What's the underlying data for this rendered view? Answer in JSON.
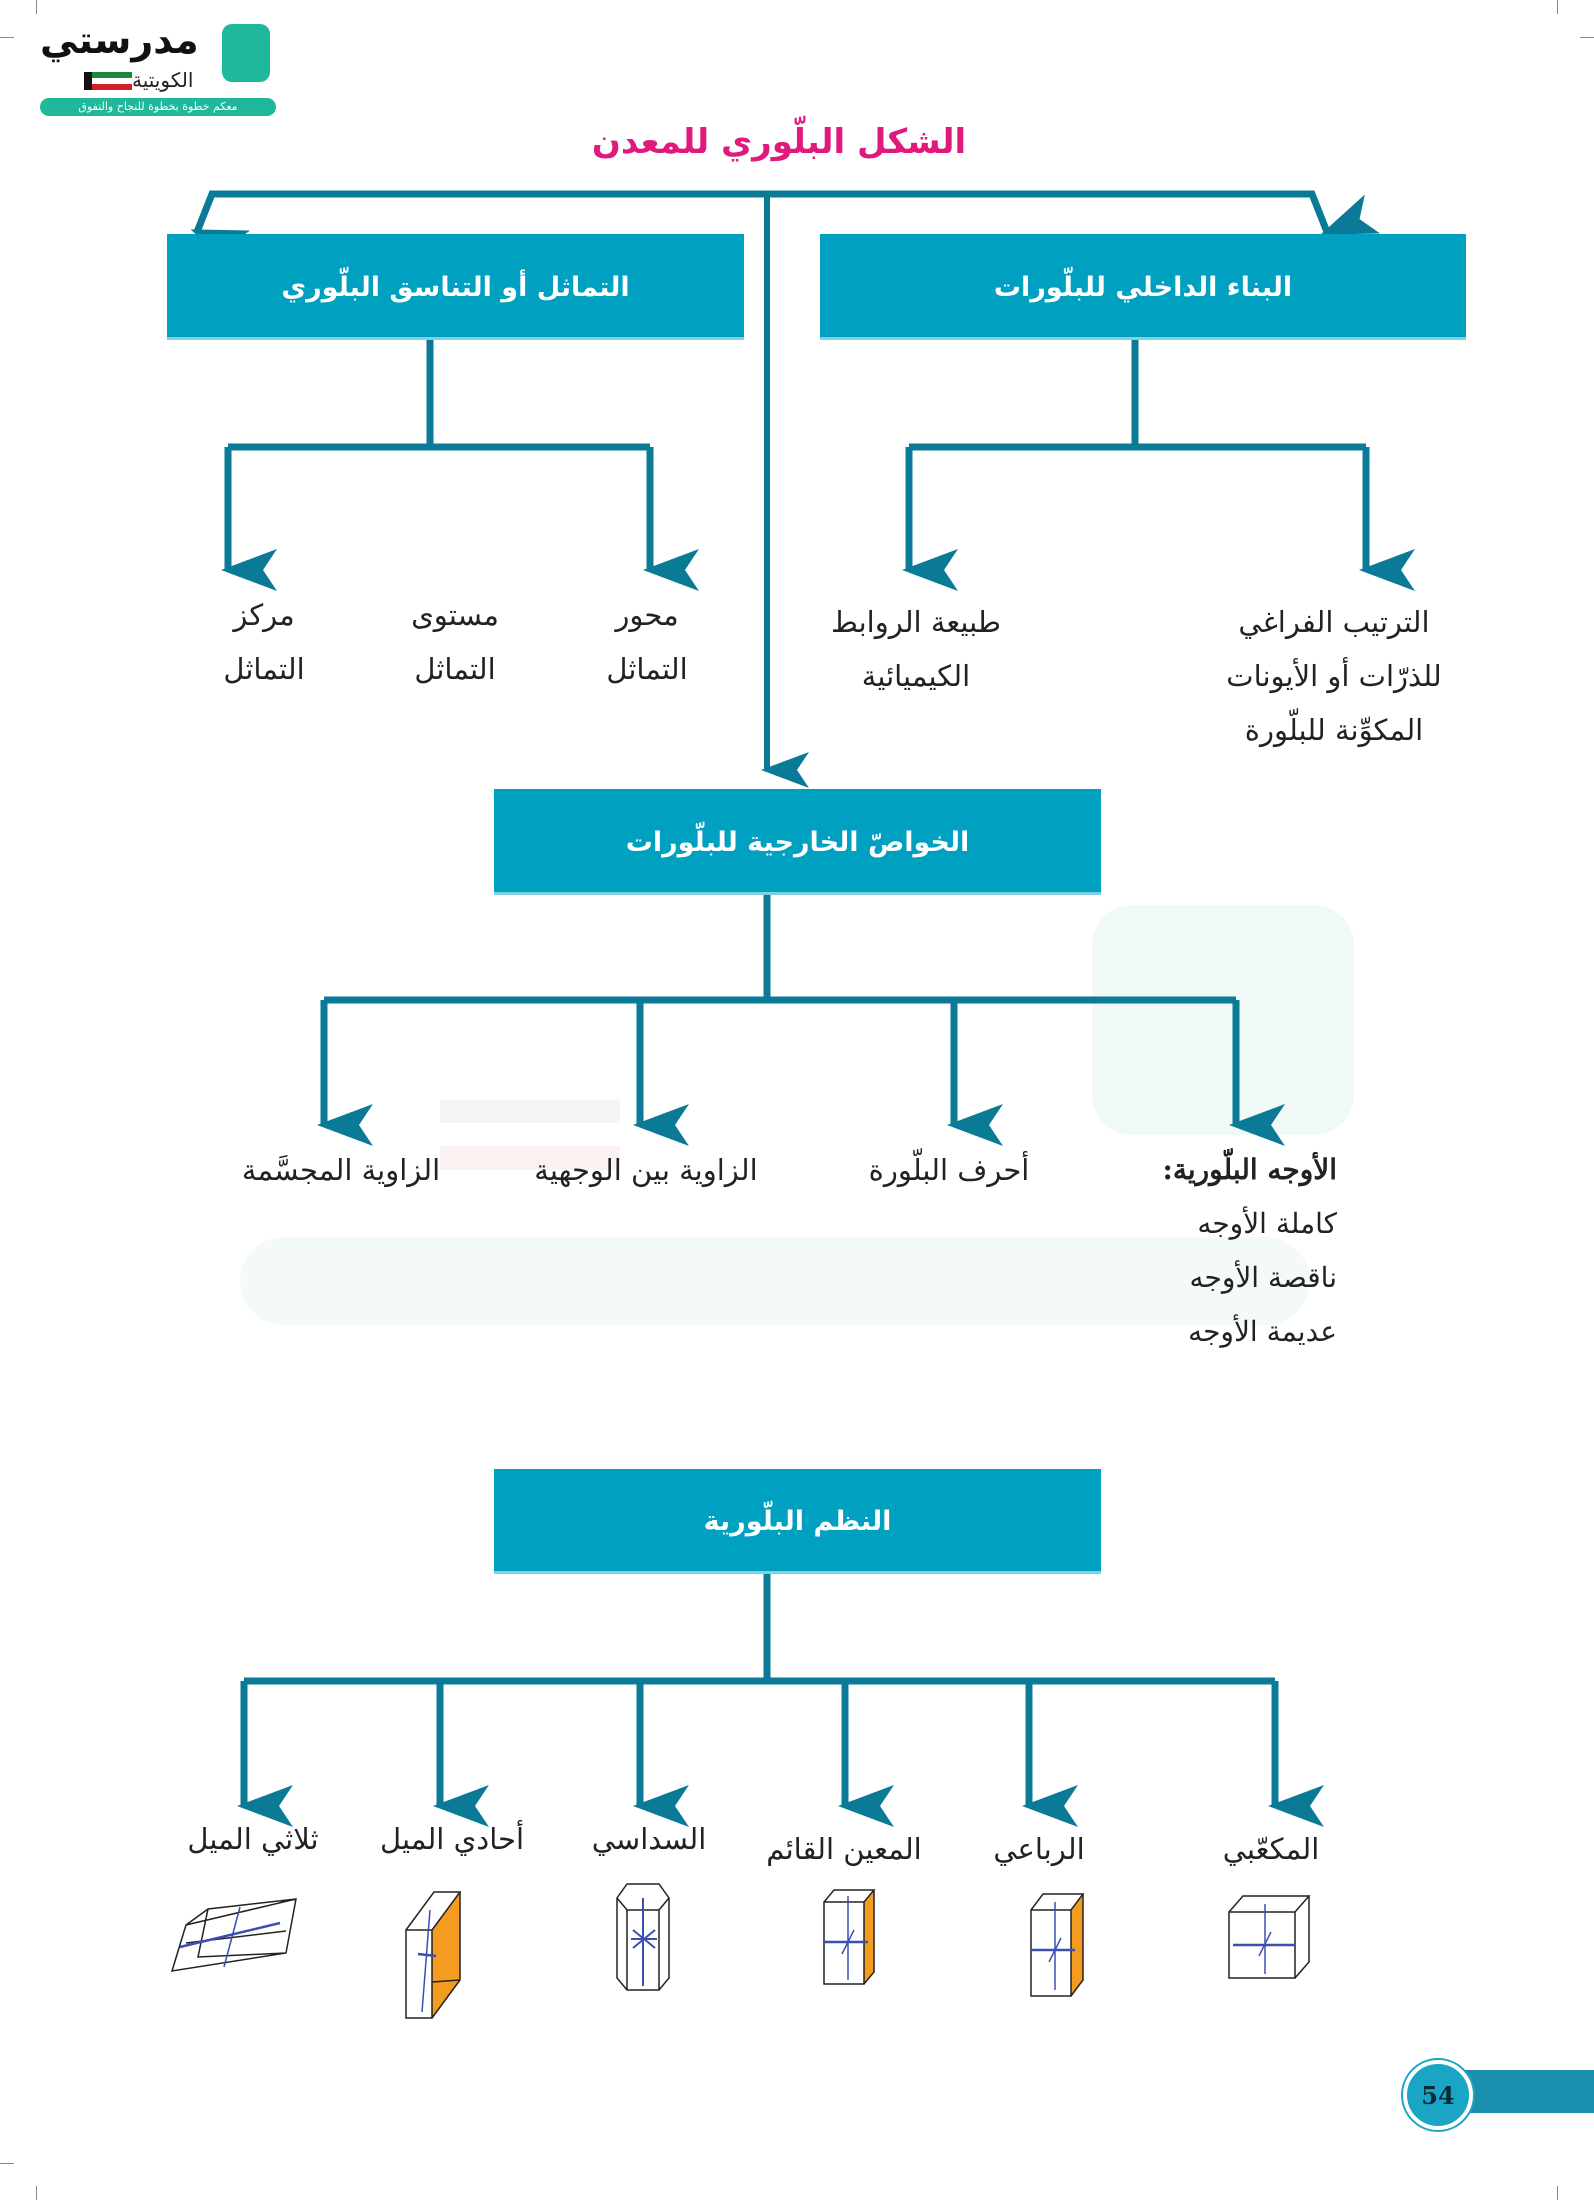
{
  "logo": {
    "name": "مدرستي",
    "sub": "الكويتية",
    "slogan": "معكم خطوة بخطوة للنجاح والتفوق"
  },
  "title": "الشكل البلّوري للمعدن",
  "boxes": {
    "internal": "البناء الداخلي للبلّورات",
    "symmetry": "التماثل أو التناسق البلّوري",
    "external": "الخواصّ الخارجية للبلّورات",
    "systems": "النظم البلّورية"
  },
  "symmetry_items": [
    {
      "l1": "محور",
      "l2": "التماثل"
    },
    {
      "l1": "مستوى",
      "l2": "التماثل"
    },
    {
      "l1": "مركز",
      "l2": "التماثل"
    }
  ],
  "internal_items": {
    "spatial": [
      "الترتيب الفراغي",
      "للذرّات أو الأيونات",
      "المكوِّنة للبلّورة"
    ],
    "bonds": [
      "طبيعة الروابط",
      "الكيميائية"
    ]
  },
  "external_items": {
    "faces_heading": "الأوجه البلّورية:",
    "faces": [
      "كاملة الأوجه",
      "ناقصة الأوجه",
      "عديمة الأوجه"
    ],
    "edges": "أحرف البلّورة",
    "interfacial": "الزاوية بين الوجهية",
    "solid_angle": "الزاوية المجسَّمة"
  },
  "systems": [
    "المكعّبي",
    "الرباعي",
    "المعين القائم",
    "السداسي",
    "أحادي الميل",
    "ثلاثي الميل"
  ],
  "page_number": "54",
  "colors": {
    "accent": "#00a0c0",
    "line": "#0a7a96",
    "title": "#e0197d",
    "orange": "#f39c1f",
    "axis": "#3b4fb0"
  }
}
